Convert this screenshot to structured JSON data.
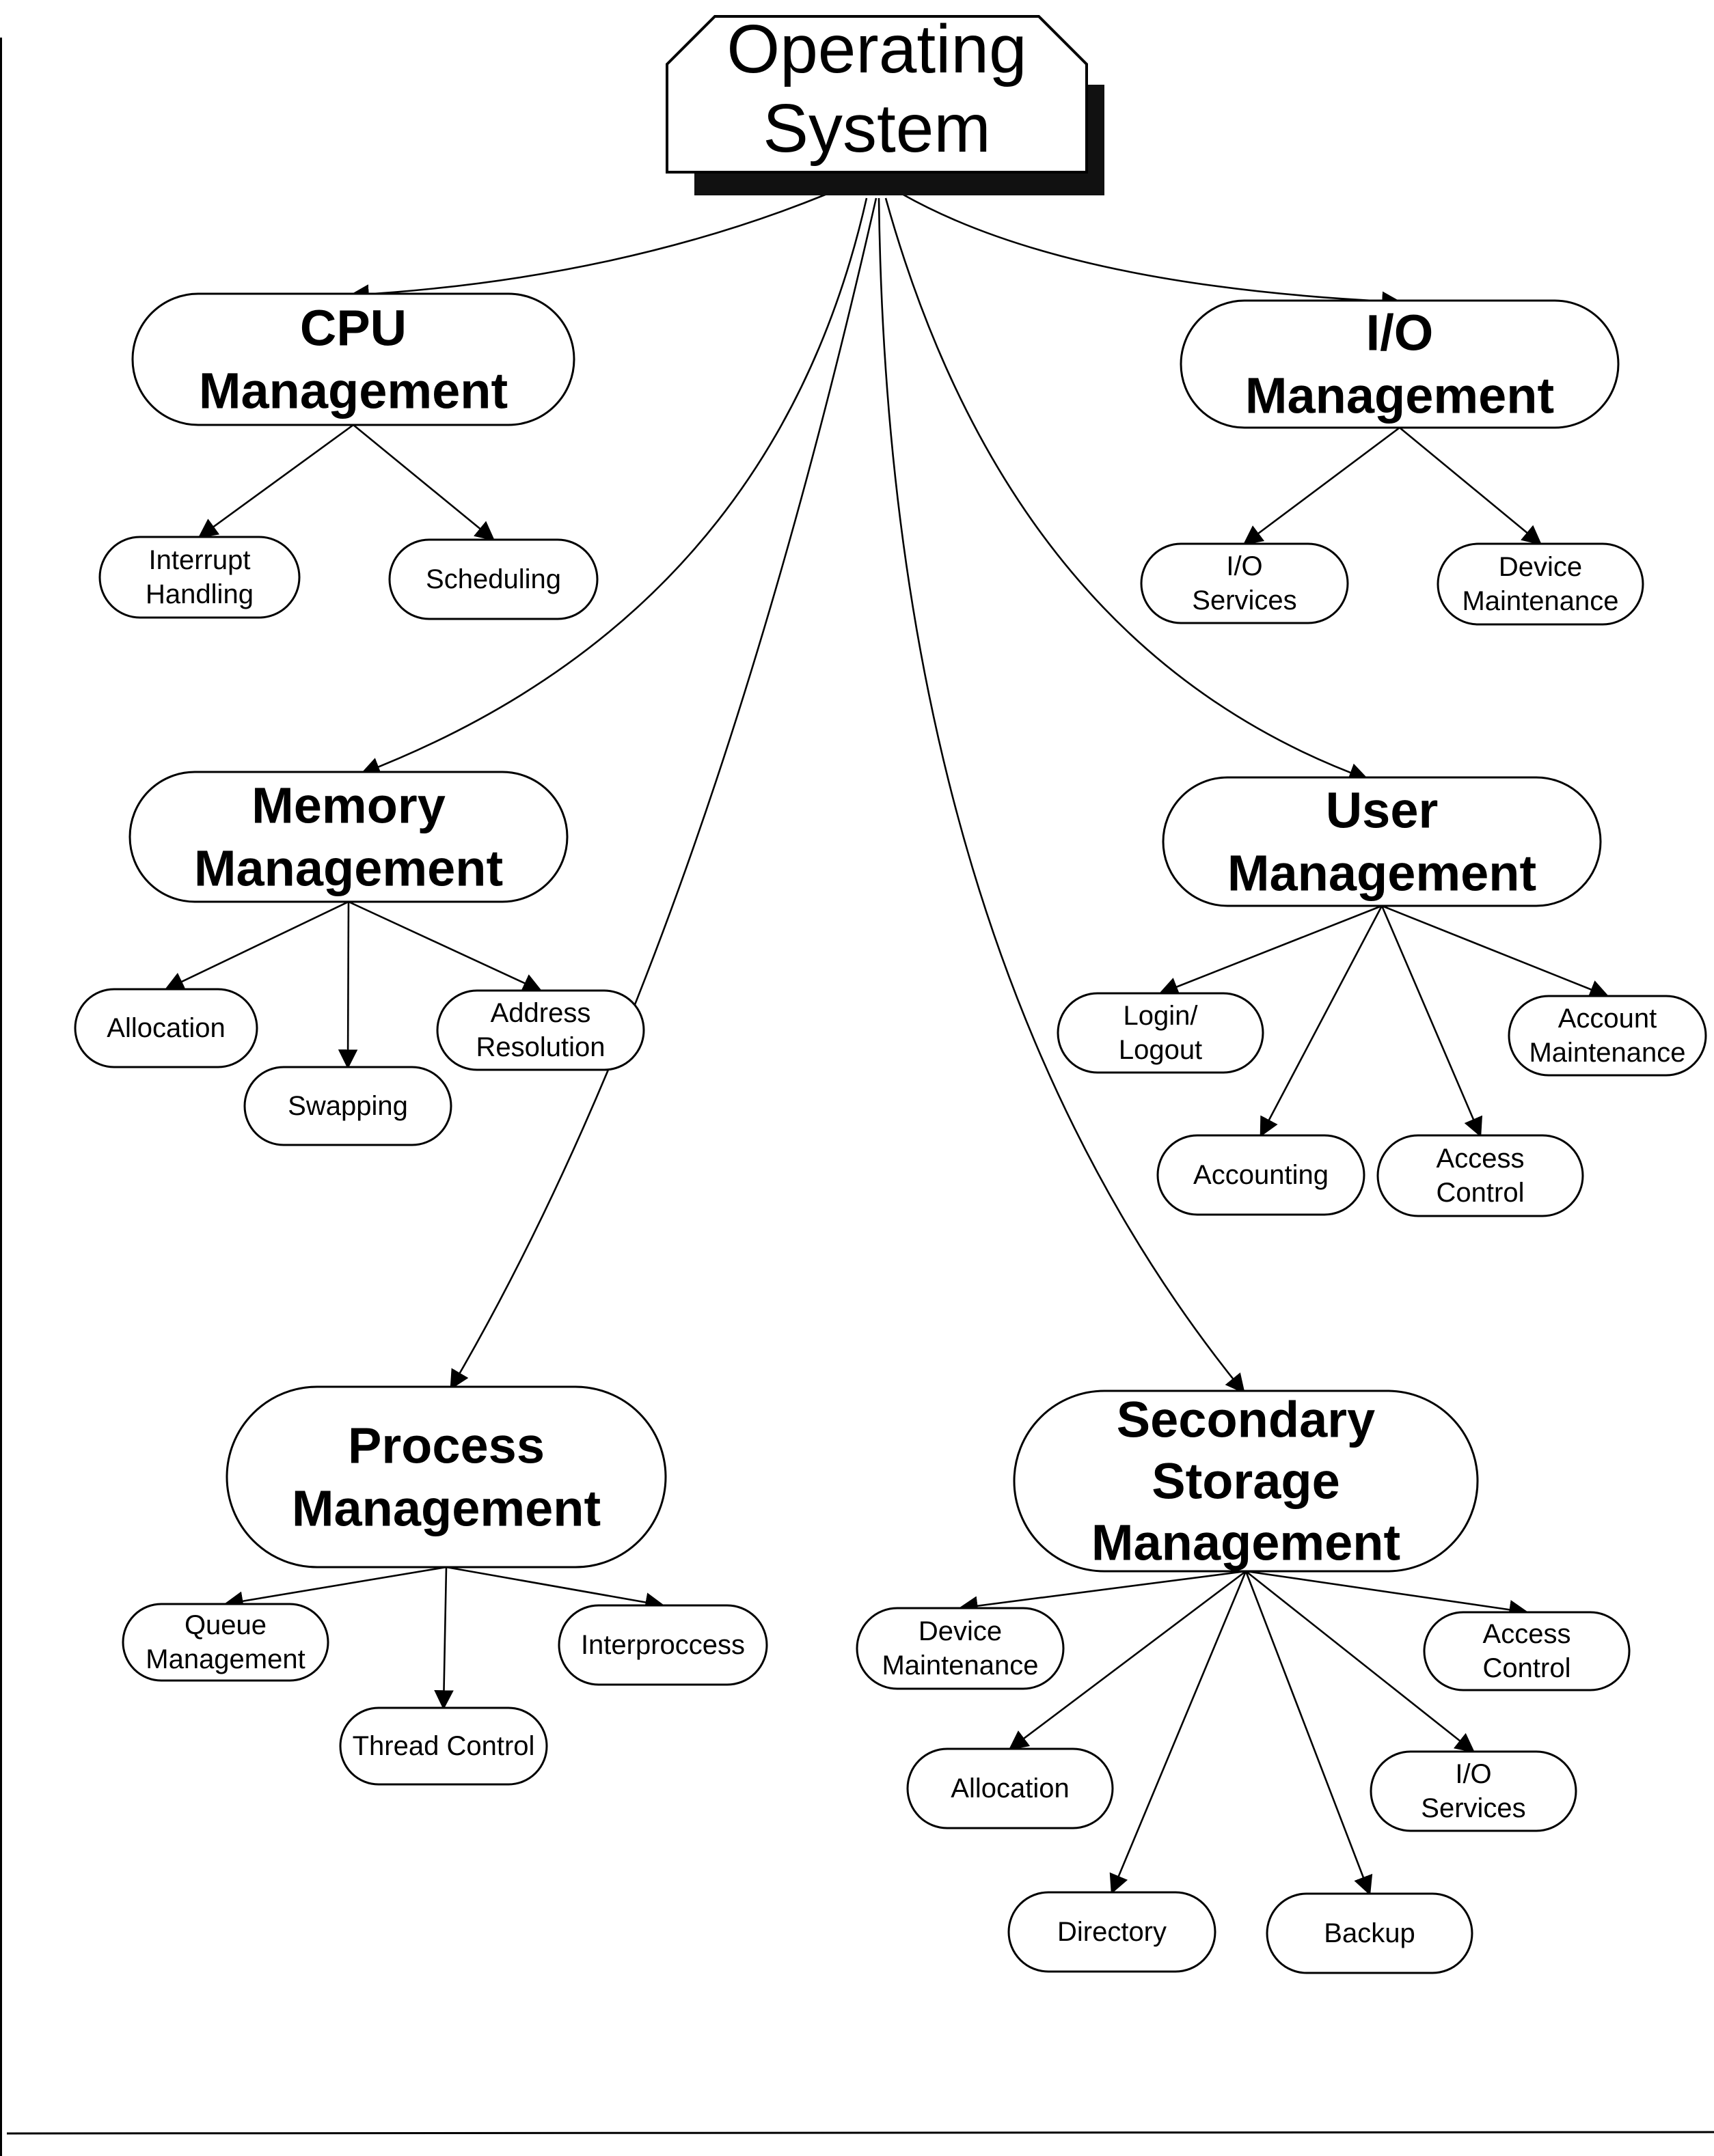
{
  "diagram": {
    "type": "hierarchy",
    "root": {
      "id": "os",
      "label": [
        "Operating",
        "System"
      ]
    },
    "groups": [
      {
        "id": "cpu",
        "label": [
          "CPU",
          "Management"
        ],
        "children": [
          {
            "id": "cpu-interrupt",
            "label": [
              "Interrupt",
              "Handling"
            ]
          },
          {
            "id": "cpu-scheduling",
            "label": [
              "Scheduling"
            ]
          }
        ]
      },
      {
        "id": "io",
        "label": [
          "I/O",
          "Management"
        ],
        "children": [
          {
            "id": "io-services",
            "label": [
              "I/O",
              "Services"
            ]
          },
          {
            "id": "io-device",
            "label": [
              "Device",
              "Maintenance"
            ]
          }
        ]
      },
      {
        "id": "mem",
        "label": [
          "Memory",
          "Management"
        ],
        "children": [
          {
            "id": "mem-allocation",
            "label": [
              "Allocation"
            ]
          },
          {
            "id": "mem-swapping",
            "label": [
              "Swapping"
            ]
          },
          {
            "id": "mem-address",
            "label": [
              "Address",
              "Resolution"
            ]
          }
        ]
      },
      {
        "id": "user",
        "label": [
          "User",
          "Management"
        ],
        "children": [
          {
            "id": "user-login",
            "label": [
              "Login/",
              "Logout"
            ]
          },
          {
            "id": "user-accounting",
            "label": [
              "Accounting"
            ]
          },
          {
            "id": "user-access",
            "label": [
              "Access",
              "Control"
            ]
          },
          {
            "id": "user-account",
            "label": [
              "Account",
              "Maintenance"
            ]
          }
        ]
      },
      {
        "id": "proc",
        "label": [
          "Process",
          "Management"
        ],
        "children": [
          {
            "id": "proc-queue",
            "label": [
              "Queue",
              "Management"
            ]
          },
          {
            "id": "proc-thread",
            "label": [
              "Thread Control"
            ]
          },
          {
            "id": "proc-ipc",
            "label": [
              "Interproccess"
            ]
          }
        ]
      },
      {
        "id": "sec",
        "label": [
          "Secondary",
          "Storage",
          "Management"
        ],
        "children": [
          {
            "id": "sec-device",
            "label": [
              "Device",
              "Maintenance"
            ]
          },
          {
            "id": "sec-allocation",
            "label": [
              "Allocation"
            ]
          },
          {
            "id": "sec-directory",
            "label": [
              "Directory"
            ]
          },
          {
            "id": "sec-backup",
            "label": [
              "Backup"
            ]
          },
          {
            "id": "sec-io",
            "label": [
              "I/O",
              "Services"
            ]
          },
          {
            "id": "sec-access",
            "label": [
              "Access",
              "Control"
            ]
          }
        ]
      }
    ],
    "colors": {
      "line": "#000000",
      "background": "#ffffff",
      "shadow": "#111111"
    }
  }
}
